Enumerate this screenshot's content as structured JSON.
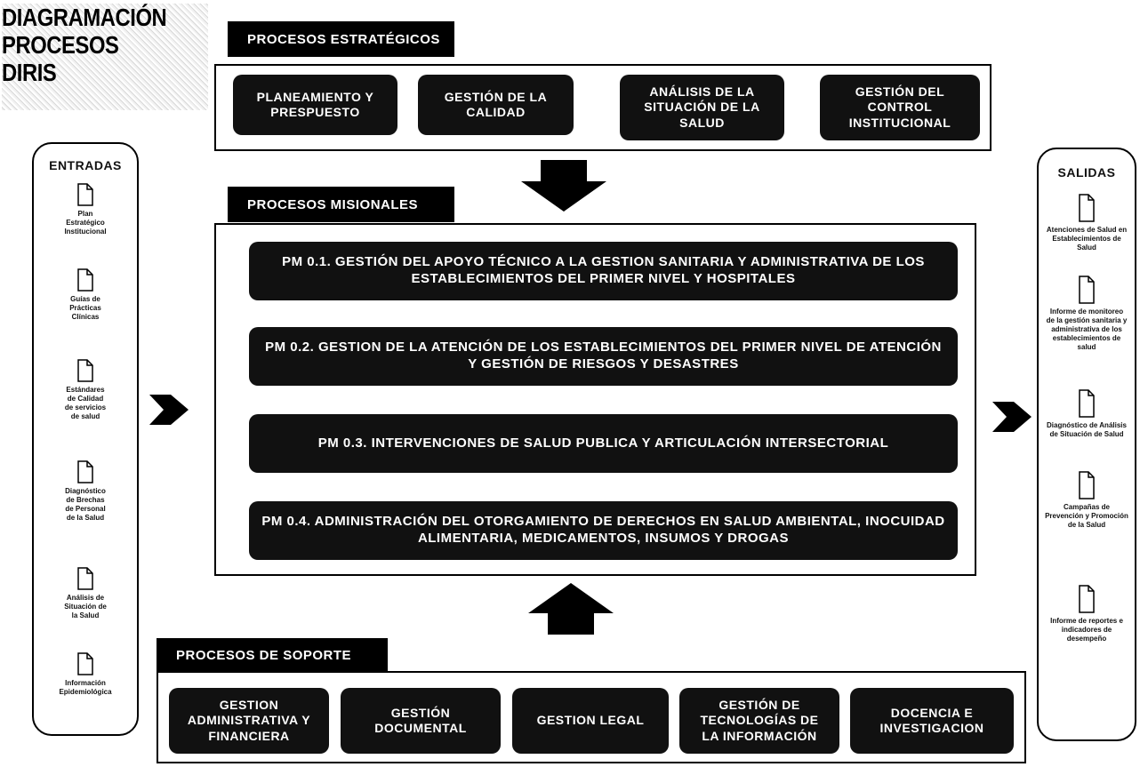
{
  "title": {
    "line1": "DIAGRAMACIÓN",
    "line2": "PROCESOS",
    "line3": "DIRIS"
  },
  "strategic": {
    "header": "PROCESOS ESTRATÉGICOS",
    "boxes": [
      "PLANEAMIENTO Y\nPRESPUESTO",
      "GESTIÓN DE LA\nCALIDAD",
      "ANÁLISIS DE LA\nSITUACIÓN DE LA\nSALUD",
      "GESTIÓN DEL\nCONTROL\nINSTITUCIONAL"
    ]
  },
  "missional": {
    "header": "PROCESOS MISIONALES",
    "boxes": [
      "PM 0.1. GESTIÓN DEL APOYO TÉCNICO A LA GESTION SANITARIA Y ADMINISTRATIVA DE LOS\nESTABLECIMIENTOS DEL PRIMER NIVEL Y HOSPITALES",
      "PM 0.2. GESTION DE LA ATENCIÓN DE LOS ESTABLECIMIENTOS DEL PRIMER NIVEL DE ATENCIÓN\nY GESTIÓN DE RIESGOS Y DESASTRES",
      "PM 0.3. INTERVENCIONES DE SALUD PUBLICA Y ARTICULACIÓN INTERSECTORIAL",
      "PM 0.4. ADMINISTRACIÓN DEL OTORGAMIENTO DE DERECHOS EN SALUD AMBIENTAL, INOCUIDAD\nALIMENTARIA, MEDICAMENTOS, INSUMOS Y DROGAS"
    ]
  },
  "support": {
    "header": "PROCESOS DE SOPORTE",
    "boxes": [
      "GESTION\nADMINISTRATIVA Y\nFINANCIERA",
      "GESTIÓN\nDOCUMENTAL",
      "GESTION LEGAL",
      "GESTIÓN DE\nTECNOLOGÍAS DE\nLA INFORMACIÓN",
      "DOCENCIA E\nINVESTIGACION"
    ]
  },
  "inputs": {
    "title": "ENTRADAS",
    "items": [
      "Plan\nEstratégico\nInstitucional",
      "Guías de\nPrácticas\nClínicas",
      "Estándares\nde Calidad\nde servicios\nde salud",
      "Diagnóstico\nde Brechas\nde Personal\nde la Salud",
      "Análisis de\nSituación de\nla Salud",
      "Información\nEpidemiológica"
    ]
  },
  "outputs": {
    "title": "SALIDAS",
    "items": [
      "Atenciones de Salud en\nEstablecimientos de\nSalud",
      "Informe de monitoreo\nde la gestión sanitaria y\nadministrativa de los\nestablecimientos de\nsalud",
      "Diagnóstico de Análisis\nde Situación de Salud",
      "Campañas de\nPrevención y Promoción\nde la Salud",
      "Informe de reportes e\nindicadores de\ndesempeño"
    ]
  }
}
